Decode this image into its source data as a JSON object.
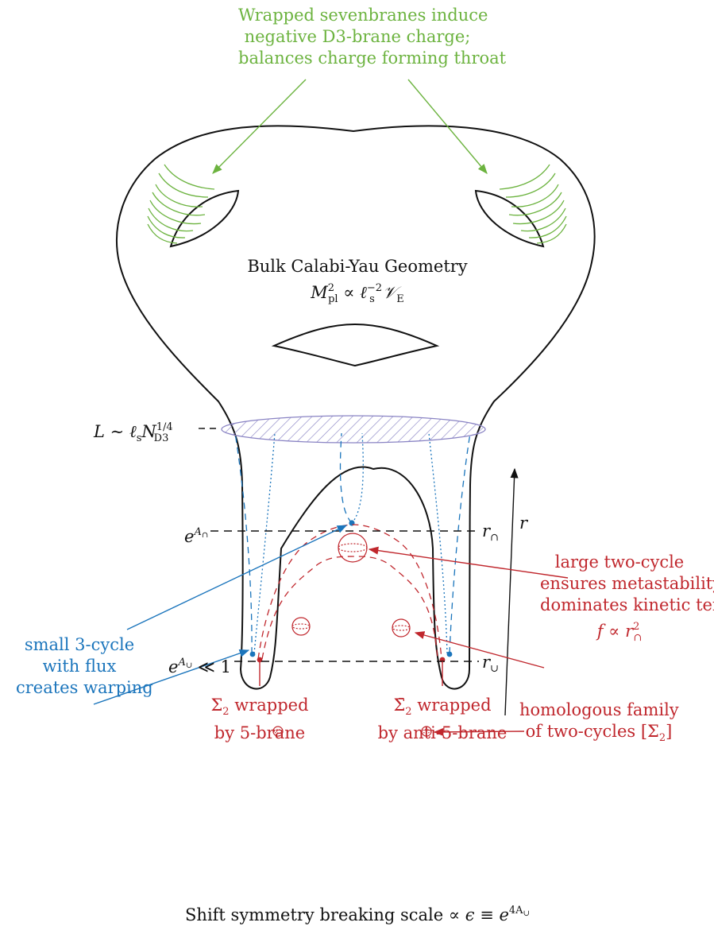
{
  "annotations": {
    "sevenbranes": [
      "Wrapped sevenbranes induce",
      "negative D3-brane charge;",
      "balances charge forming throat"
    ],
    "bulk_title": "Bulk Calabi-Yau Geometry",
    "planck_formula": {
      "M": "M",
      "M_sub": "pl",
      "M_sup": "2",
      "prop": "∝",
      "ell": "ℓ",
      "ell_sub": "s",
      "ell_sup": "−2",
      "V": "𝒱",
      "V_sub": "E"
    },
    "throat_size": {
      "L": "L",
      "sim": "∼",
      "ell": "ℓ",
      "ell_sub": "s",
      "N": "N",
      "N_sub": "D3",
      "N_sup": "1/4"
    },
    "top_warp": {
      "e": "e",
      "sup": "A",
      "sup_sub": "∩"
    },
    "r_top": {
      "r": "r",
      "sub": "∩"
    },
    "r_axis": "r",
    "large_cycle": [
      "large two-cycle",
      "ensures metastability;",
      "dominates kinetic term:"
    ],
    "large_cycle_formula": {
      "f": "f",
      "prop": "∝",
      "r": "r",
      "r_sub": "∩",
      "r_sup": "2"
    },
    "small_cycle": [
      "small 3-cycle",
      "with flux",
      "creates warping"
    ],
    "homologous": [
      "homologous family",
      "of two-cycles [Σ",
      "]"
    ],
    "homologous_sub": "2",
    "bottom_warp": {
      "e": "e",
      "sup": "A",
      "sup_sub": "∪",
      "rel": "≪ 1"
    },
    "r_bottom": {
      "r": "r",
      "sub": "∪"
    },
    "sigma_left": {
      "sym": "Σ",
      "sub": "2",
      "rest": " wrapped",
      "line2": "by 5-brane"
    },
    "sigma_right": {
      "sym": "Σ̄",
      "sub": "2",
      "rest": " wrapped",
      "line2": "by anti-5-brane"
    },
    "caption": {
      "text": "Shift symmetry breaking scale ∝ ",
      "eps": "ϵ",
      "equiv": " ≡ ",
      "e": "e",
      "sup": "4A",
      "sup_sub": "∪"
    }
  },
  "colors": {
    "green": "#6cb33f",
    "blue": "#1b75bc",
    "red": "#c0272d",
    "purple": "#8a84c4",
    "black": "#111111"
  }
}
